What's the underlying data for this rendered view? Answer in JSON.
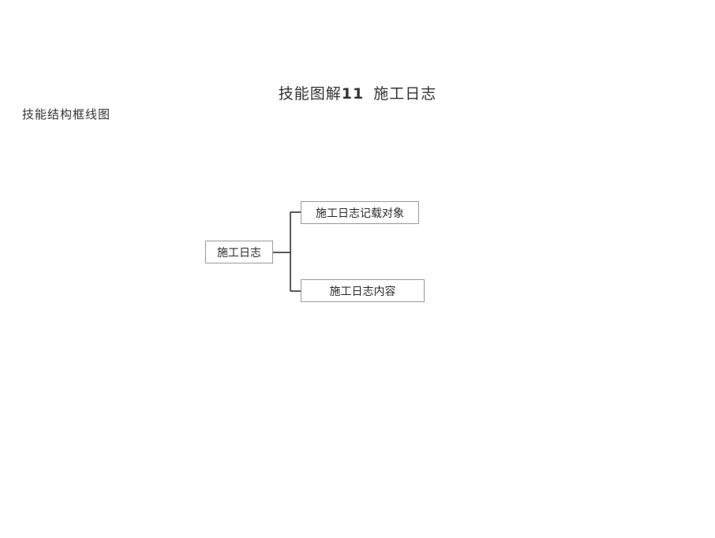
{
  "header": {
    "title_main": "技能图解",
    "title_number": "11",
    "title_topic": "施工日志"
  },
  "subtitle": "技能结构框线图",
  "diagram": {
    "root": "施工日志",
    "children": [
      "施工日志记载对象",
      "施工日志内容"
    ]
  }
}
